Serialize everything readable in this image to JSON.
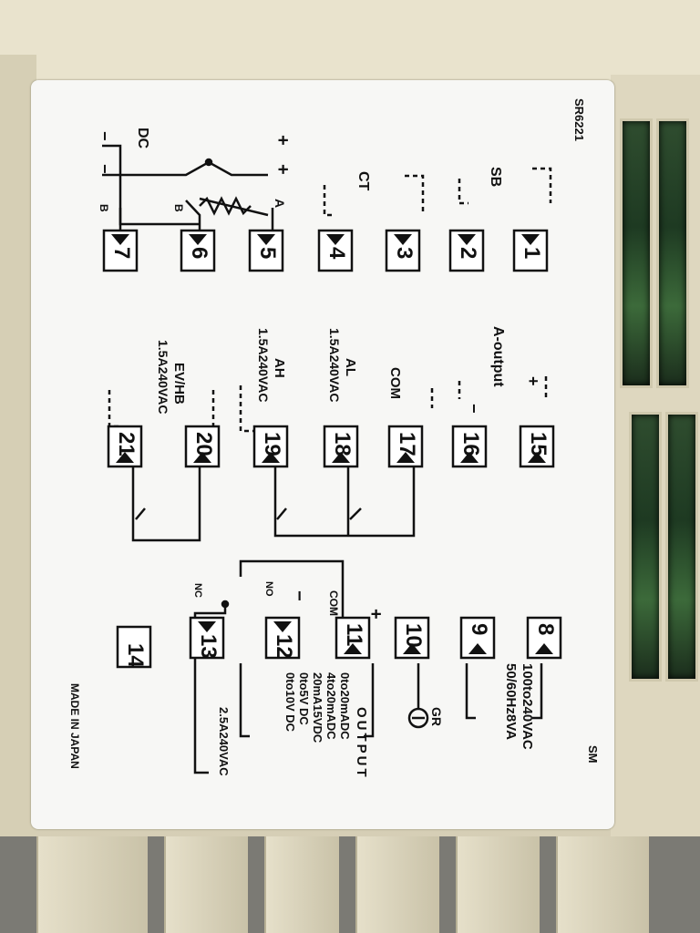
{
  "device": {
    "model": "SR6221",
    "mark": "SM",
    "made_in": "MADE IN JAPAN"
  },
  "terminals": [
    {
      "num": "1"
    },
    {
      "num": "2"
    },
    {
      "num": "3"
    },
    {
      "num": "4"
    },
    {
      "num": "5"
    },
    {
      "num": "6"
    },
    {
      "num": "7"
    },
    {
      "num": "8"
    },
    {
      "num": "9"
    },
    {
      "num": "10"
    },
    {
      "num": "11"
    },
    {
      "num": "12"
    },
    {
      "num": "13"
    },
    {
      "num": "14"
    },
    {
      "num": "15"
    },
    {
      "num": "16"
    },
    {
      "num": "17"
    },
    {
      "num": "18"
    },
    {
      "num": "19"
    },
    {
      "num": "20"
    },
    {
      "num": "21"
    }
  ],
  "labels": {
    "sb": "SB",
    "ct": "CT",
    "dc": "DC",
    "plus": "+",
    "minus": "−",
    "a": "A",
    "b": "B",
    "a_output": "A-output",
    "com": "COM",
    "al": "AL",
    "al_rating": "1.5A240VAC",
    "ah": "AH",
    "ah_rating": "1.5A240VAC",
    "evhb": "EV/HB",
    "evhb_rating": "1.5A240VAC",
    "power": "100to240VAC",
    "power_freq": "50/60Hz8VA",
    "gr": "GR",
    "output": "OUTPUT",
    "output_options": [
      "0to20mADC",
      "4to20mADC",
      "20mA15VDC",
      "0to5V DC",
      "0to10V DC"
    ],
    "relay_rating": "2.5A240VAC",
    "nc": "NC",
    "no": "NO"
  }
}
